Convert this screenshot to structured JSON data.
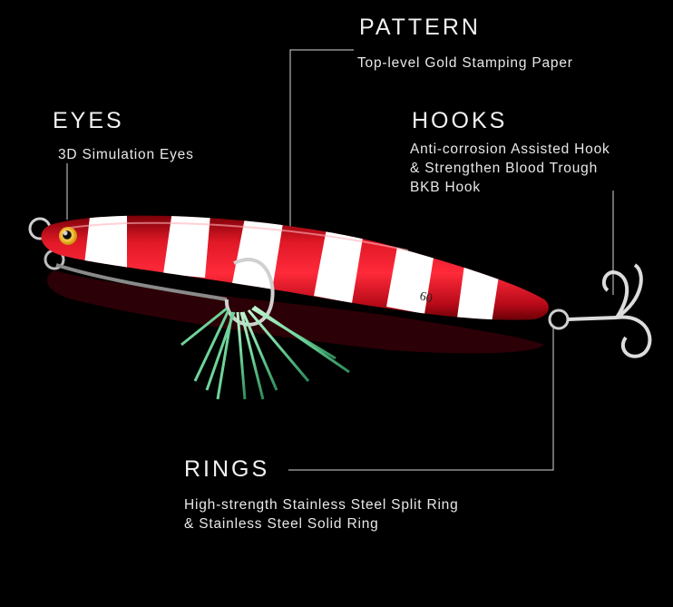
{
  "callouts": {
    "pattern": {
      "title": "PATTERN",
      "lines": [
        "Top-level Gold Stamping Paper"
      ]
    },
    "eyes": {
      "title": "EYES",
      "lines": [
        "3D Simulation Eyes"
      ]
    },
    "hooks": {
      "title": "HOOKS",
      "lines": [
        "Anti-corrosion Assisted Hook",
        "& Strengthen Blood Trough",
        "BKB Hook"
      ]
    },
    "rings": {
      "title": "RINGS",
      "lines": [
        "High-strength Stainless Steel Split Ring",
        "& Stainless Steel Solid Ring"
      ]
    }
  },
  "lure": {
    "weight_marking": "60",
    "colors": {
      "body_red": "#d40f1e",
      "stripe_white": "#ffffff",
      "eye": "#f0b020",
      "skirt": "#7fd9a0",
      "metal": "#c9c9c9"
    }
  }
}
